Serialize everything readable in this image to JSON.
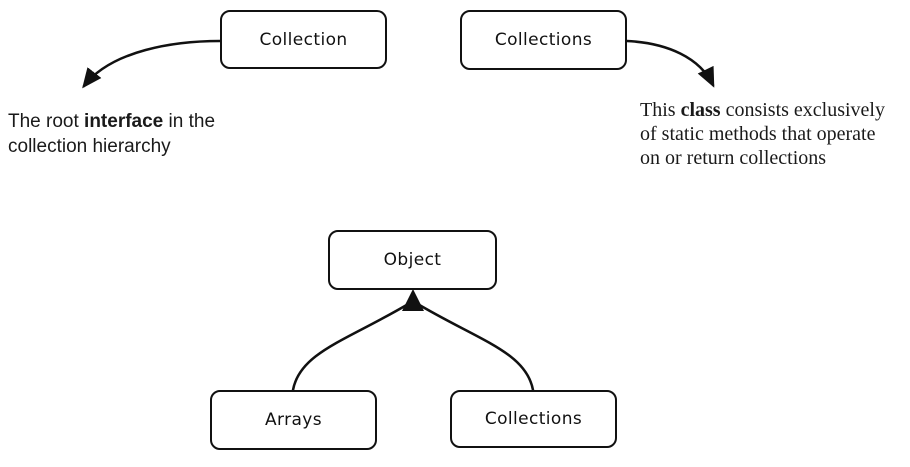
{
  "diagram": {
    "colors": {
      "stroke": "#111111",
      "background": "#ffffff"
    },
    "top_section": {
      "collection_box": {
        "label": "Collection"
      },
      "collections_box": {
        "label": "Collections"
      },
      "left_note": {
        "l1a": "The root ",
        "l1b": "interface",
        "l1c": " in the",
        "l2": "collection hierarchy"
      },
      "right_note": {
        "l1a": "This ",
        "l1b": "class",
        "l1c": " consists exclusively",
        "l2": "of static methods that operate",
        "l3": "on or return collections"
      }
    },
    "hierarchy_section": {
      "object_box": {
        "label": "Object"
      },
      "arrays_box": {
        "label": "Arrays"
      },
      "collections_box": {
        "label": "Collections"
      }
    }
  }
}
